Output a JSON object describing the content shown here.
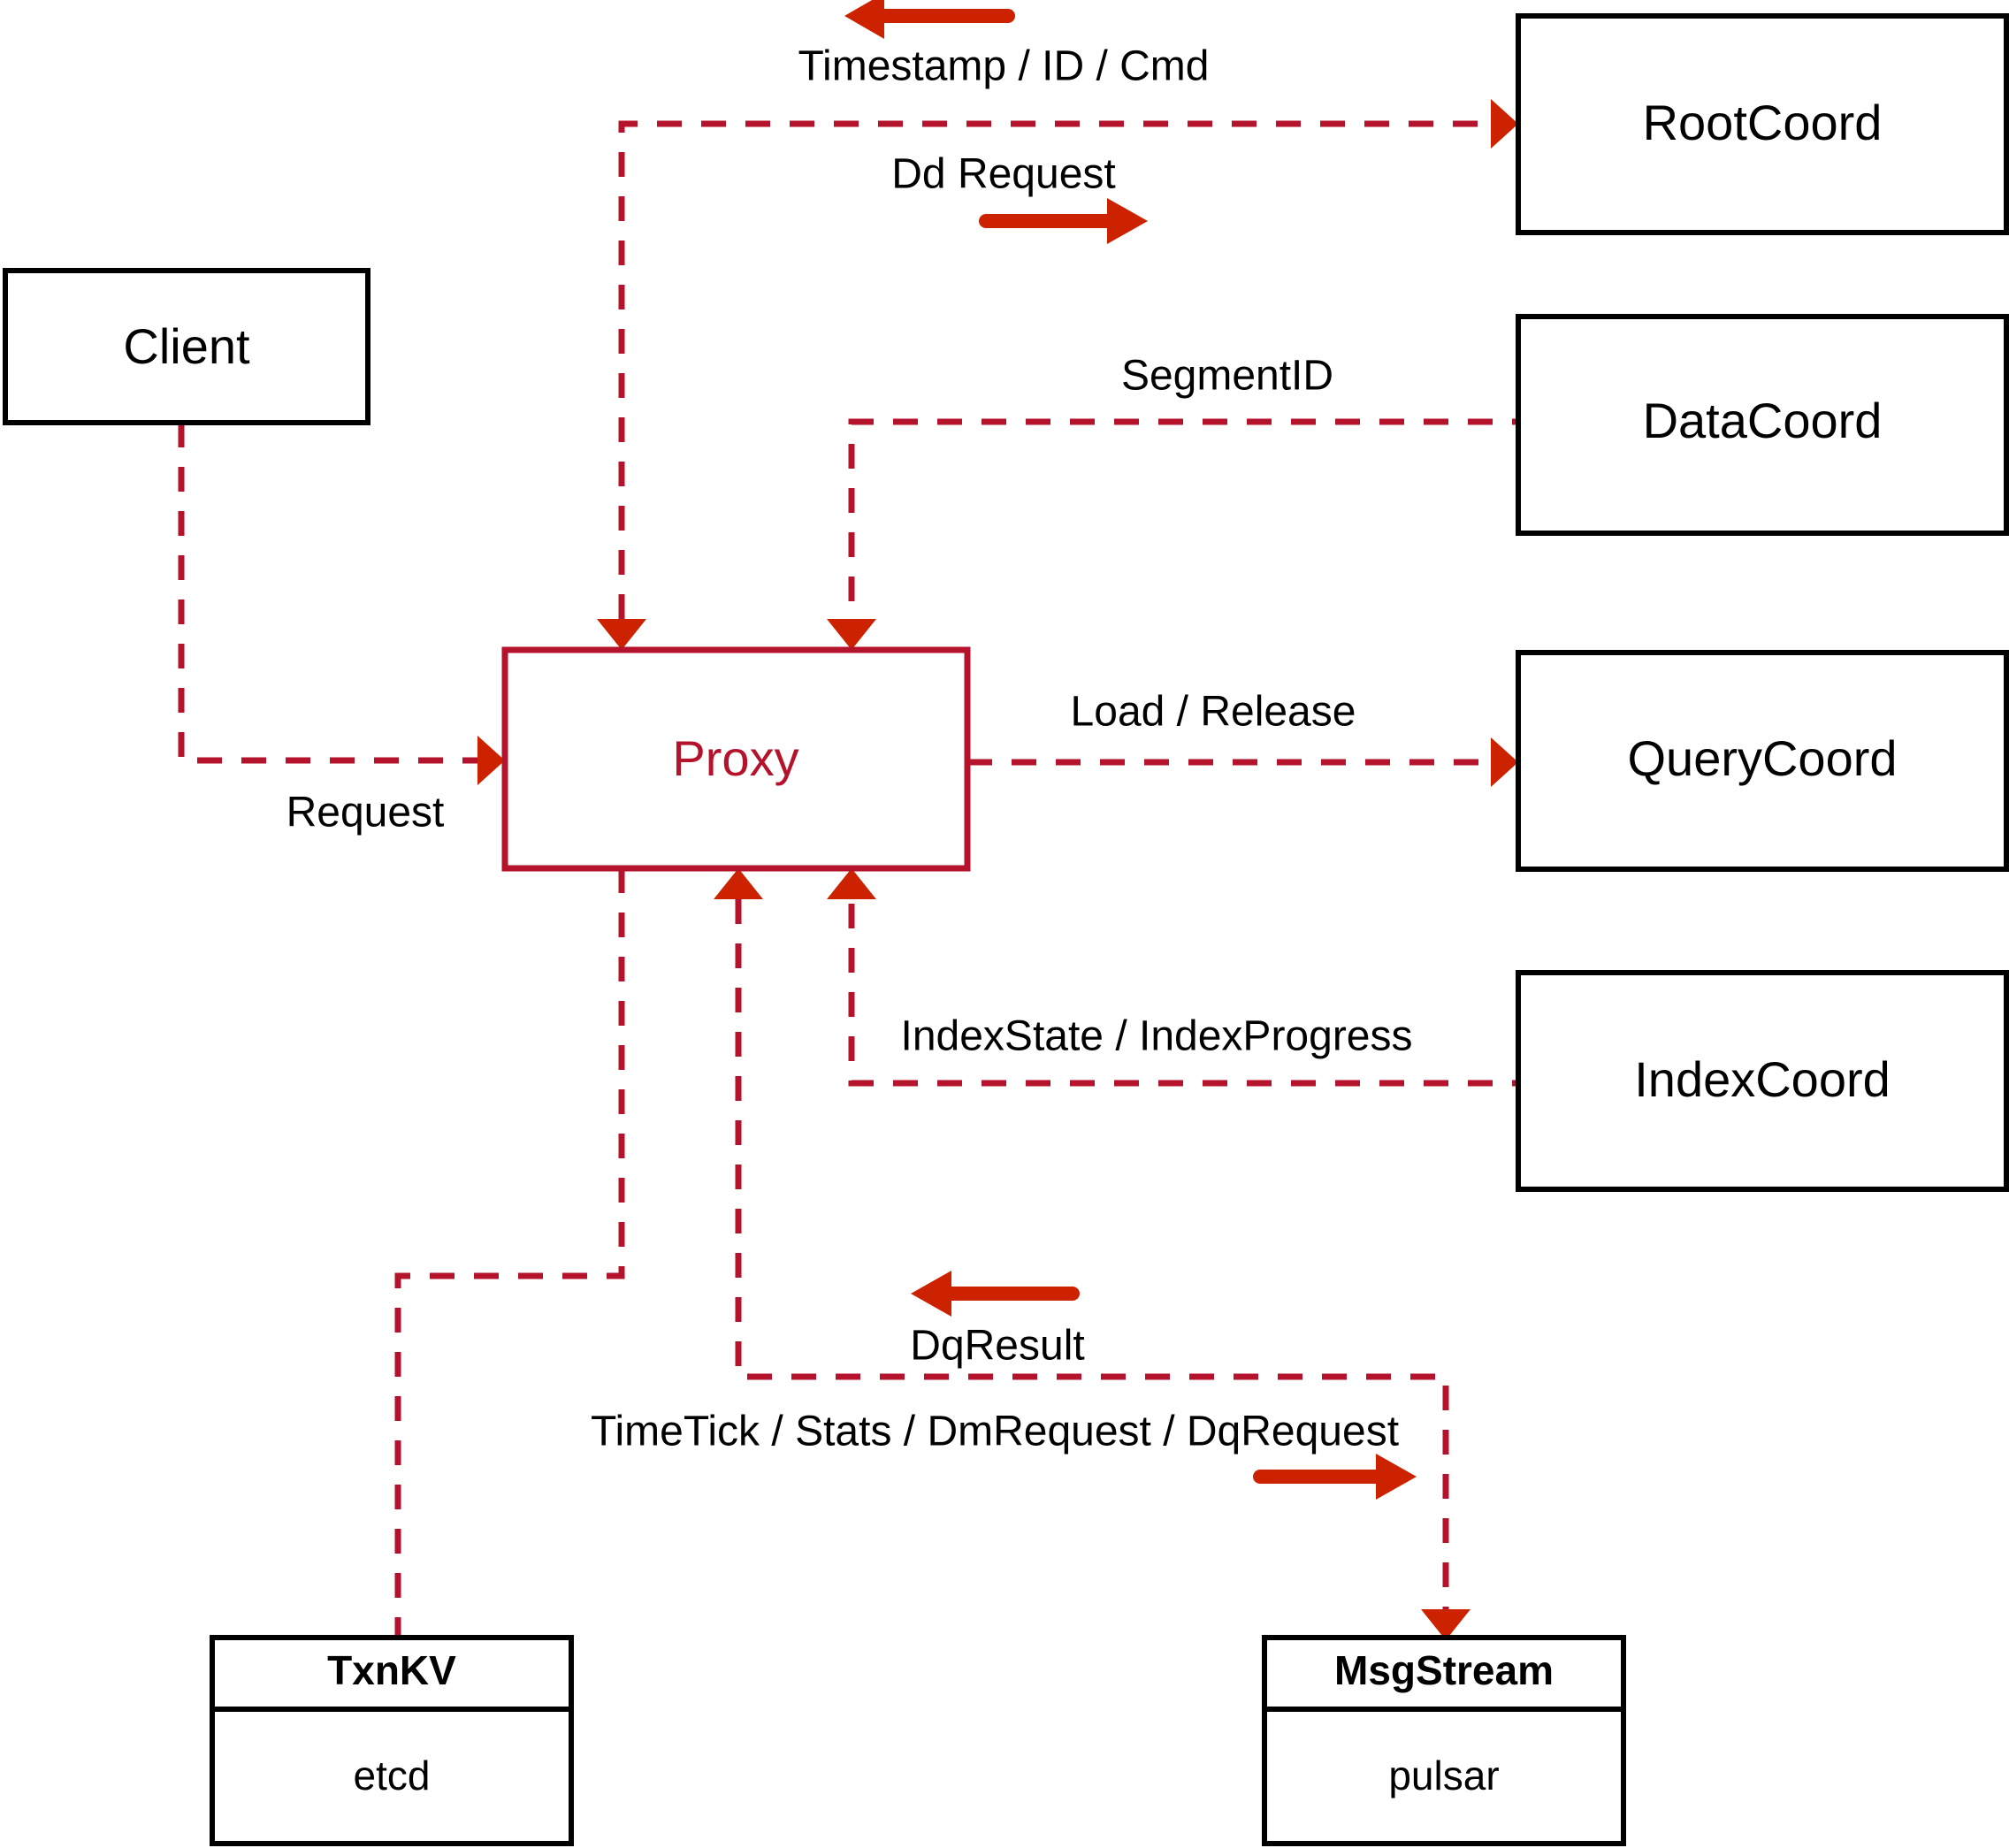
{
  "diagram": {
    "title": "Proxy component interaction diagram",
    "accent_color": "#b5122b",
    "arrow_color": "#cc2200",
    "node_border_color": "#000000",
    "background_color": "#ffffff",
    "nodes": {
      "client": {
        "label": "Client"
      },
      "proxy": {
        "label": "Proxy"
      },
      "root_coord": {
        "label": "RootCoord"
      },
      "data_coord": {
        "label": "DataCoord"
      },
      "query_coord": {
        "label": "QueryCoord"
      },
      "index_coord": {
        "label": "IndexCoord"
      },
      "txnkv": {
        "title": "TxnKV",
        "impl": "etcd"
      },
      "msgstream": {
        "title": "MsgStream",
        "impl": "pulsar"
      }
    },
    "edge_labels": {
      "timestamp_id_cmd": "Timestamp / ID / Cmd",
      "dd_request": "Dd Request",
      "segment_id": "SegmentID",
      "load_release": "Load / Release",
      "index_state_progress": "IndexState / IndexProgress",
      "request": "Request",
      "dq_result": "DqResult",
      "timetick_stats": "TimeTick / Stats / DmRequest / DqRequest"
    },
    "direction_markers": [
      {
        "name": "timestamp-return-arrow",
        "direction": "left"
      },
      {
        "name": "dd-request-arrow",
        "direction": "right"
      },
      {
        "name": "dq-result-arrow",
        "direction": "left"
      },
      {
        "name": "dm-dq-request-arrow",
        "direction": "right"
      }
    ]
  }
}
